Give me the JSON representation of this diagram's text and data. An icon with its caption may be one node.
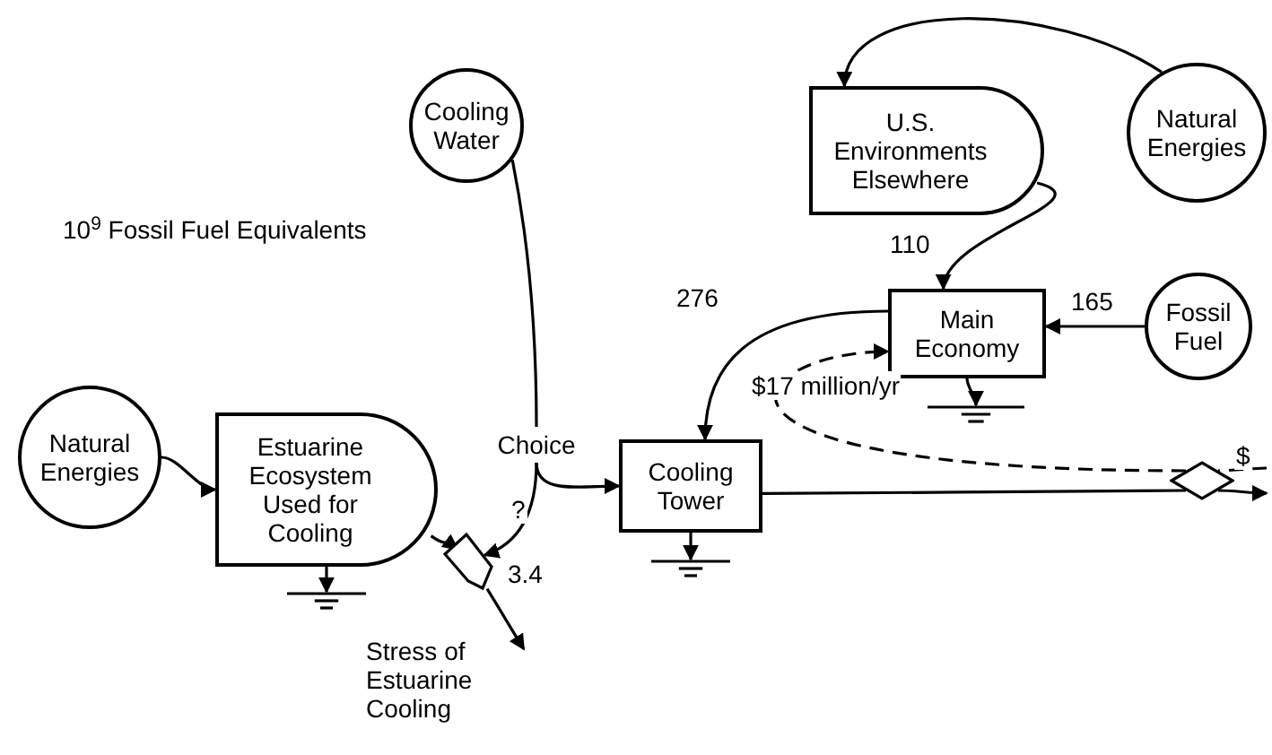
{
  "diagram": {
    "nodes": [
      {
        "text": [
          "Cooling Water"
        ]
      },
      {
        "text": [
          "Natural Energies"
        ]
      },
      {
        "text": [
          "U.S. Environments Elsewhere"
        ]
      },
      {
        "text": [
          "Main Economy"
        ]
      },
      {
        "text": [
          "Fossil Fuel"
        ]
      },
      {
        "text": [
          "Natural Energies"
        ]
      },
      {
        "text": [
          "Estuarine Ecosystem Used for Cooling"
        ]
      },
      {
        "text": [
          "Cooling Tower"
        ]
      },
      {
        "text": [],
        "shape": "pentagon"
      },
      {
        "text": [
          "Choice"
        ]
      },
      {
        "text": [],
        "shape": "ground"
      },
      {
        "text": [],
        "shape": "ground"
      },
      {
        "text": [],
        "shape": "ground"
      },
      {
        "text": [],
        "shape": "diamond"
      }
    ],
    "edges": [
      {
        "from": 1,
        "to": 2,
        "arrow": "to"
      },
      {
        "from": 2,
        "to": 3,
        "arrow": "to",
        "label": "110"
      },
      {
        "from": 4,
        "to": 3,
        "arrow": "to",
        "label": "165"
      },
      {
        "from": 3,
        "to": 7,
        "arrow": "to",
        "label": "276"
      },
      {
        "from": 5,
        "to": 6,
        "arrow": "to"
      },
      {
        "from": 6,
        "to": 8,
        "arrow": "to"
      },
      {
        "from": 8,
        "to": null,
        "arrow": "to",
        "label": "3.4"
      },
      {
        "from": 0,
        "to": 9,
        "arrow": "none"
      },
      {
        "from": 9,
        "to": 7,
        "arrow": "to"
      },
      {
        "from": 9,
        "to": 8,
        "arrow": "to",
        "label": "?"
      },
      {
        "from": 6,
        "to": 10,
        "arrow": "to"
      },
      {
        "from": 7,
        "to": 11,
        "arrow": "to"
      },
      {
        "from": 3,
        "to": 12,
        "arrow": "to"
      },
      {
        "from": 7,
        "to": 13,
        "arrow": "none"
      },
      {
        "from": 13,
        "to": null,
        "arrow": "to"
      },
      {
        "from": null,
        "to": 13,
        "arrow": "none",
        "style": "dashed",
        "label": "$"
      },
      {
        "from": 13,
        "to": 3,
        "arrow": "to",
        "style": "dashed",
        "label": "$17 million/yr"
      }
    ],
    "labels": [
      "10$^{9}$ Fossil Fuel Equivalents",
      "Stress of Estuarine Cooling"
    ]
  }
}
